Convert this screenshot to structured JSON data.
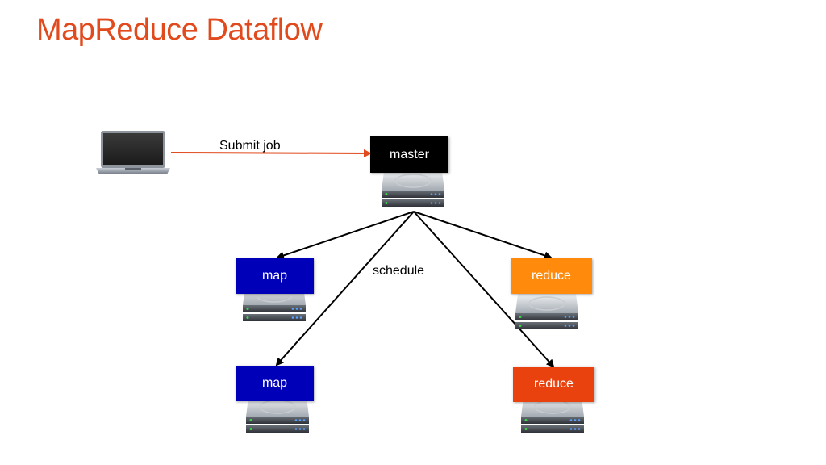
{
  "title": "MapReduce Dataflow",
  "labels": {
    "submit_job": "Submit job",
    "schedule": "schedule"
  },
  "nodes": {
    "master": "master",
    "map_1": "map",
    "map_2": "map",
    "reduce_1": "reduce",
    "reduce_2": "reduce"
  },
  "colors": {
    "title": "#e14a1c",
    "master": "#000000",
    "map": "#0000b8",
    "reduce_1": "#ff8a0c",
    "reduce_2": "#e9420f",
    "submit_arrow": "#e14a1c"
  },
  "icons": {
    "client": "laptop-icon",
    "server": "server-icon"
  }
}
